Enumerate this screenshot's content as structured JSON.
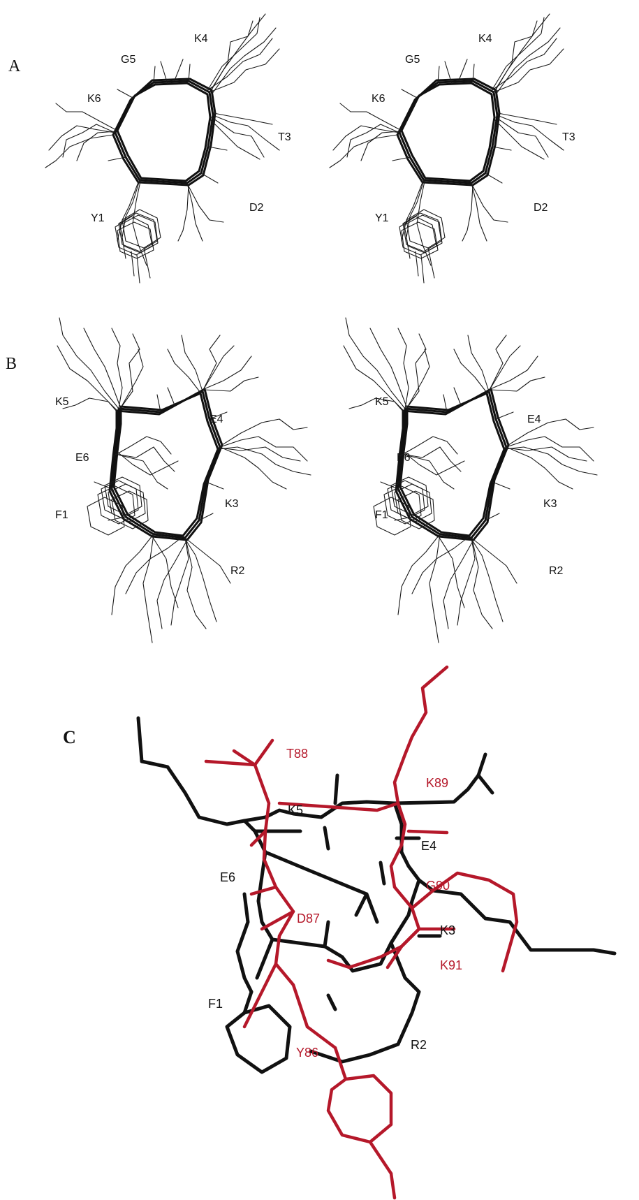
{
  "panels": {
    "a": {
      "letter": "A",
      "labels": [
        "G5",
        "K4",
        "K6",
        "T3",
        "Y1",
        "D2"
      ]
    },
    "b": {
      "letter": "B",
      "labels": [
        "K5",
        "E4",
        "E6",
        "K3",
        "F1",
        "R2"
      ]
    },
    "c": {
      "letter": "C",
      "black_labels": [
        "K5",
        "E4",
        "E6",
        "K3",
        "F1",
        "R2"
      ],
      "red_labels": [
        "T88",
        "K89",
        "G90",
        "D87",
        "K91",
        "Y86"
      ]
    }
  },
  "colors": {
    "black_structure": "#111111",
    "red_structure": "#b5182a"
  }
}
